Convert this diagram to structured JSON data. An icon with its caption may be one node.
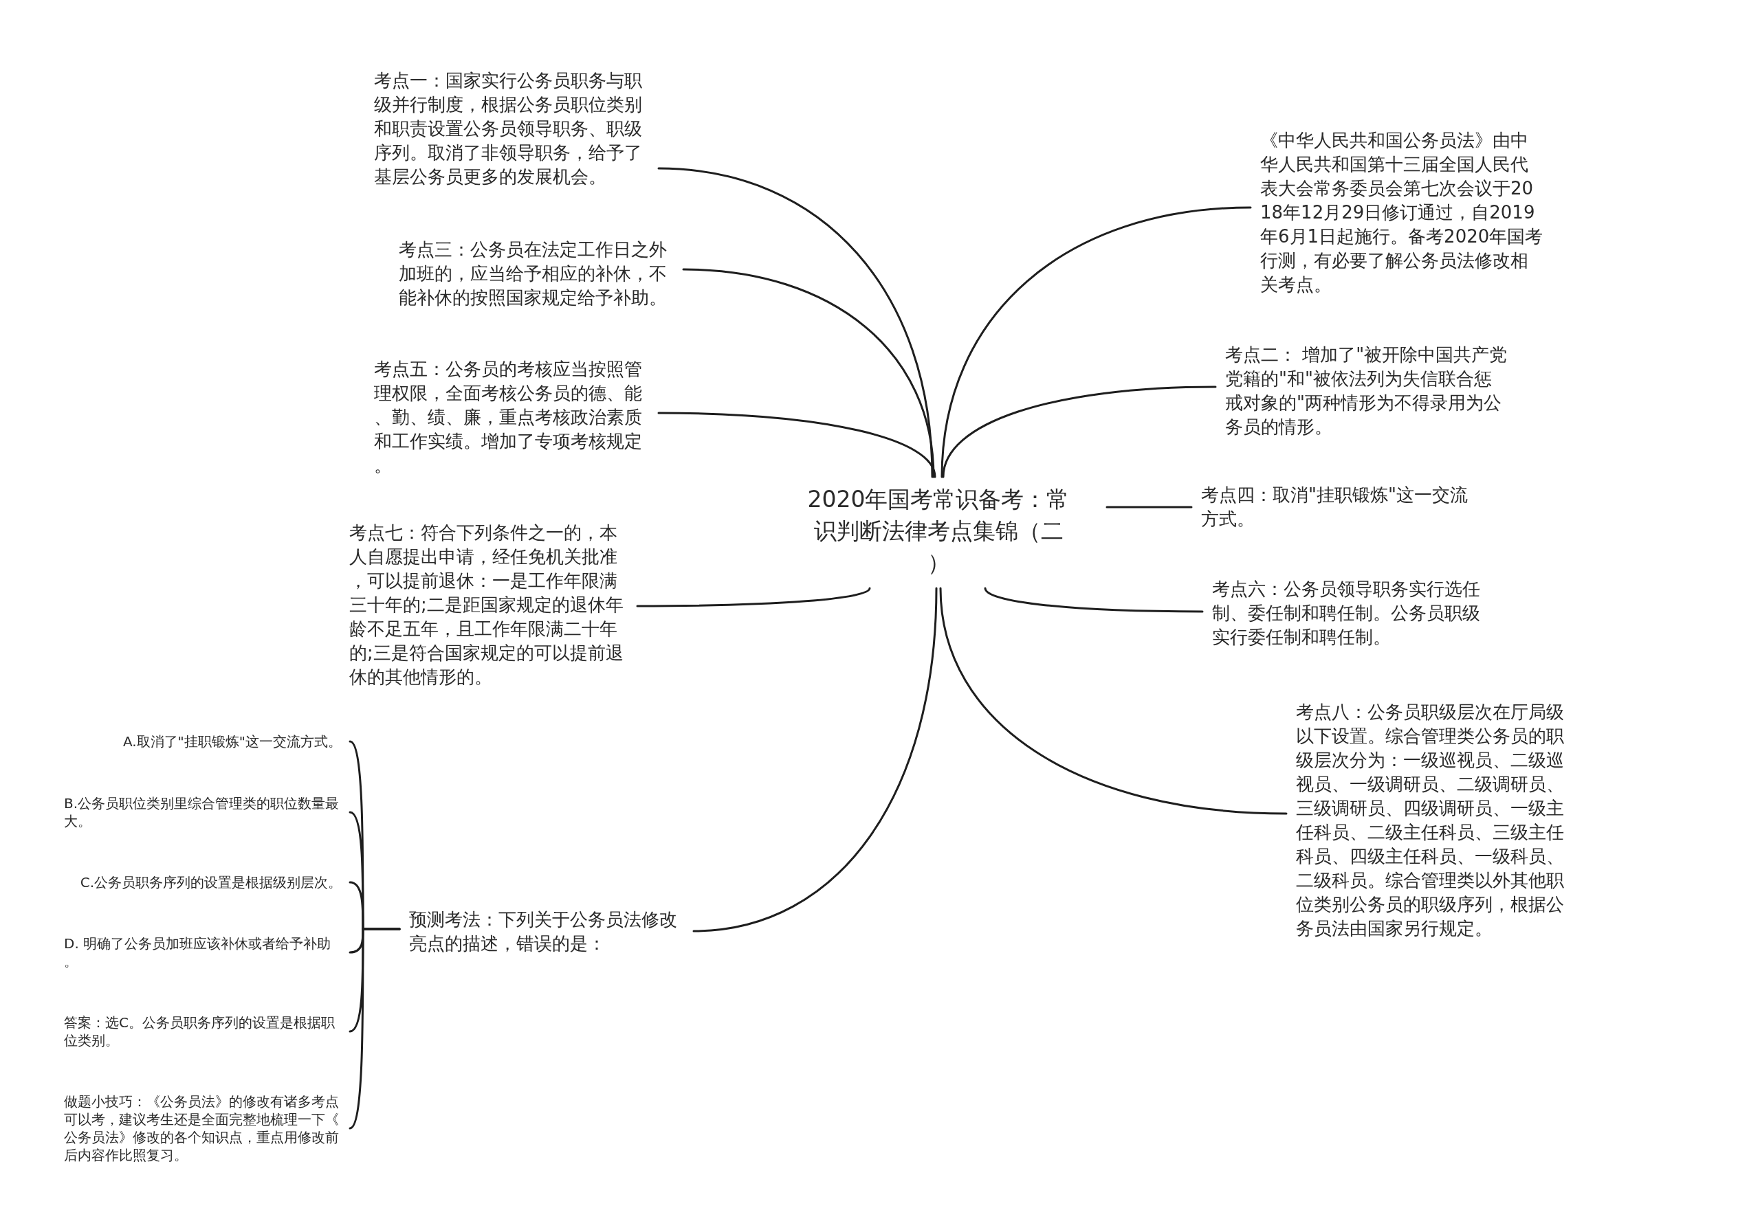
{
  "diagram": {
    "nodes": [
      {
        "text": [
          "2020年国考常识备考：常识判断法律考点集锦（二）"
        ]
      },
      {
        "text": [
          "考点一：国家实行公务员职务与职级并行制度，根据公务员职位类别和职责设置公务员领导职务、职级序列。取消了非领导职务，给予了基层公务员更多的发展机会。"
        ]
      },
      {
        "text": [
          "考点三：公务员在法定工作日之外加班的，应当给予相应的补休，不能补休的按照国家规定给予补助。"
        ]
      },
      {
        "text": [
          "考点五：公务员的考核应当按照管理权限，全面考核公务员的德、能、勤、绩、廉，重点考核政治素质和工作实绩。增加了专项考核规定。"
        ]
      },
      {
        "text": [
          "考点七：符合下列条件之一的，本人自愿提出申请，经任免机关批准，可以提前退休：一是工作年限满三十年的;二是距国家规定的退休年龄不足五年，且工作年限满二十年的;三是符合国家规定的可以提前退休的其他情形的。"
        ]
      },
      {
        "text": [
          "预测考法：下列关于公务员法修改亮点的描述，错误的是："
        ]
      },
      {
        "text": [
          "《中华人民共和国公务员法》由中华人民共和国第十三届全国人民代表大会常务委员会第七次会议于2018年12月29日修订通过，自2019年6月1日起施行。备考2020年国考行测，有必要了解公务员法修改相关考点。"
        ]
      },
      {
        "text": [
          "考点二： 增加了\"被开除中国共产党党籍的\"和\"被依法列为失信联合惩戒对象的\"两种情形为不得录用为公务员的情形。"
        ]
      },
      {
        "text": [
          "考点四：取消\"挂职锻炼\"这一交流方式。"
        ]
      },
      {
        "text": [
          "考点六：公务员领导职务实行选任制、委任制和聘任制。公务员职级实行委任制和聘任制。"
        ]
      },
      {
        "text": [
          "考点八：公务员职级层次在厅局级以下设置。综合管理类公务员的职级层次分为：一级巡视员、二级巡视员、一级调研员、二级调研员、三级调研员、四级调研员、一级主任科员、二级主任科员、三级主任科员、四级主任科员、一级科员、二级科员。综合管理类以外其他职位类别公务员的职级序列，根据公务员法由国家另行规定。"
        ]
      },
      {
        "text": [
          "A.取消了\"挂职锻炼\"这一交流方式。"
        ]
      },
      {
        "text": [
          "B.公务员职位类别里综合管理类的职位数量最大。"
        ]
      },
      {
        "text": [
          "C.公务员职务序列的设置是根据级别层次。"
        ]
      },
      {
        "text": [
          "D. 明确了公务员加班应该补休或者给予补助。"
        ]
      },
      {
        "text": [
          "答案：选C。公务员职务序列的设置是根据职位类别。"
        ]
      },
      {
        "text": [
          "做题小技巧：《公务员法》的修改有诸多考点可以考，建议考生还是全面完整地梳理一下《公务员法》修改的各个知识点，重点用修改前后内容作比照复习。"
        ]
      }
    ],
    "edges": [
      {
        "from": 0,
        "to": 1,
        "arrow": "none"
      },
      {
        "from": 0,
        "to": 2,
        "arrow": "none"
      },
      {
        "from": 0,
        "to": 3,
        "arrow": "none"
      },
      {
        "from": 0,
        "to": 4,
        "arrow": "none"
      },
      {
        "from": 0,
        "to": 5,
        "arrow": "none"
      },
      {
        "from": 0,
        "to": 6,
        "arrow": "none"
      },
      {
        "from": 0,
        "to": 7,
        "arrow": "none"
      },
      {
        "from": 0,
        "to": 8,
        "arrow": "none"
      },
      {
        "from": 0,
        "to": 9,
        "arrow": "none"
      },
      {
        "from": 0,
        "to": 10,
        "arrow": "none"
      },
      {
        "from": 5,
        "to": 11,
        "arrow": "none"
      },
      {
        "from": 5,
        "to": 12,
        "arrow": "none"
      },
      {
        "from": 5,
        "to": 13,
        "arrow": "none"
      },
      {
        "from": 5,
        "to": 14,
        "arrow": "none"
      },
      {
        "from": 5,
        "to": 15,
        "arrow": "none"
      },
      {
        "from": 5,
        "to": 16,
        "arrow": "none"
      }
    ]
  }
}
